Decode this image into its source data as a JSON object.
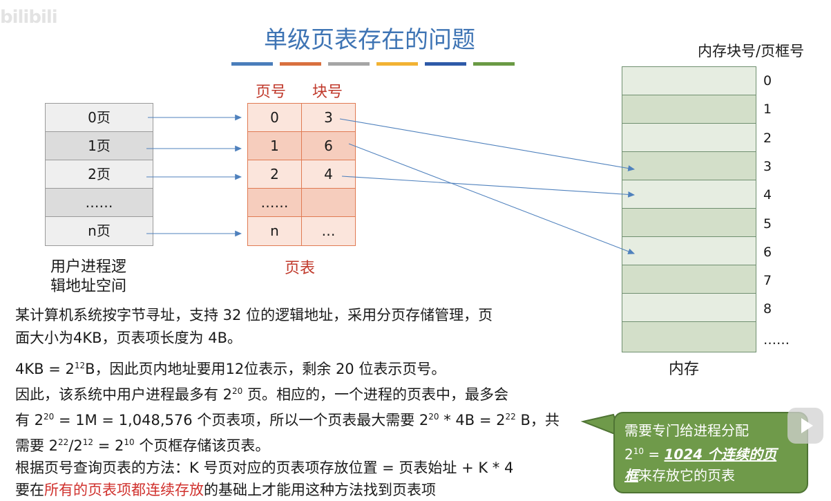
{
  "watermark": "bilibili",
  "title": "单级页表存在的问题",
  "logical_space": {
    "rows": [
      "0页",
      "1页",
      "2页",
      "……",
      "n页"
    ],
    "caption_line1": "用户进程逻",
    "caption_line2": "辑地址空间"
  },
  "page_table": {
    "header_page": "页号",
    "header_block": "块号",
    "rows": [
      {
        "page": "0",
        "block": "3"
      },
      {
        "page": "1",
        "block": "6"
      },
      {
        "page": "2",
        "block": "4"
      },
      {
        "page": "……",
        "block": ""
      },
      {
        "page": "n",
        "block": "…"
      }
    ],
    "caption": "页表"
  },
  "memory": {
    "header": "内存块号/页框号",
    "block_numbers": [
      "0",
      "1",
      "2",
      "3",
      "4",
      "5",
      "6",
      "7",
      "8",
      "……"
    ],
    "caption": "内存"
  },
  "text": {
    "p1_line1": "某计算机系统按字节寻址，支持 32 位的逻辑地址，采用分页存储管理，页",
    "p1_line2": "面大小为4KB，页表项长度为 4B。",
    "l1_a": "4KB = 2",
    "l1_sup1": "12",
    "l1_b": "B，因此页内地址要用12位表示，剩余 20 位表示页号。",
    "l2_a": "因此，该系统中用户进程最多有 2",
    "l2_sup1": "20",
    "l2_b": " 页。相应的，一个进程的页表中，最多会",
    "l3_a": "有 2",
    "l3_sup1": "20",
    "l3_b": " = 1M = 1,048,576 个页表项，所以一个页表最大需要  2",
    "l3_sup2": "20",
    "l3_c": " * 4B = 2",
    "l3_sup3": "22",
    "l3_d": " B，共",
    "l4_a": "需要 2",
    "l4_sup1": "22",
    "l4_b": "/2",
    "l4_sup2": "12",
    "l4_c": " = 2",
    "l4_sup3": "10",
    "l4_d": " 个页框存储该页表。",
    "l5": "根据页号查询页表的方法：K 号页对应的页表项存放位置 = 页表始址 + K * 4",
    "l6_a": "要在",
    "l6_red": "所有的页表项都连续存放",
    "l6_b": "的基础上才能用这种方法找到页表项"
  },
  "bubble": {
    "line1": "需要专门给进程分配",
    "l2_a": "2",
    "l2_sup": "10",
    "l2_b": " = ",
    "l2_em": "1024 个连续的页",
    "l3_em": "框",
    "l3_rest": "来存放它的页表"
  },
  "colors": {
    "title": "#3e74b4",
    "accent_bars": [
      "#4a7ebb",
      "#d9703e",
      "#a5a5a5",
      "#f2b233",
      "#2e5aa8",
      "#6a9a44"
    ],
    "page_table_border": "#e07a52",
    "memory_fill": "#d8e4cf",
    "bubble": "#6f9a4a",
    "arrow": "#4f81bd",
    "red_text": "#d0312d"
  }
}
